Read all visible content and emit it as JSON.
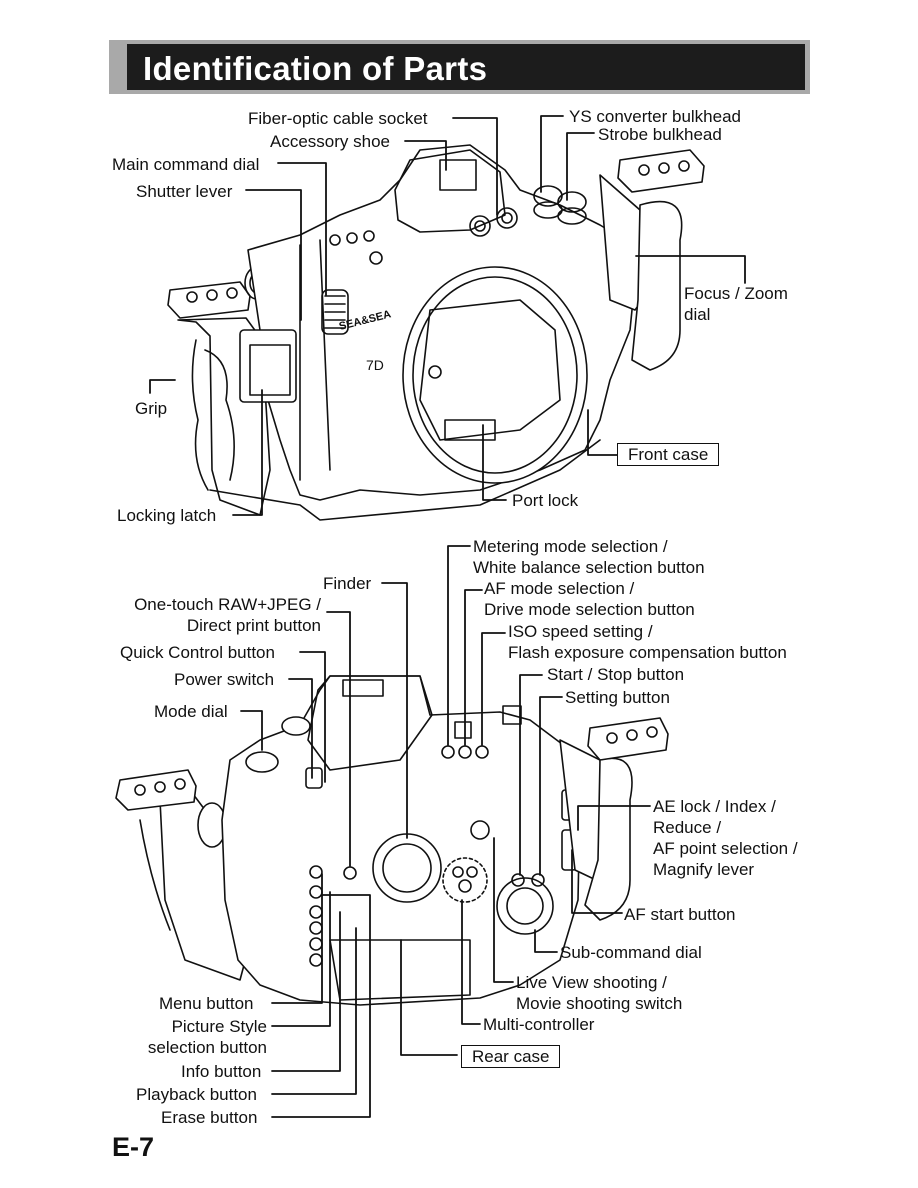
{
  "page": {
    "title": "Identification of Parts",
    "page_number": "E-7"
  },
  "front": {
    "caption": "Front case",
    "labels": {
      "fiber_optic": "Fiber-optic cable socket",
      "accessory_shoe": "Accessory shoe",
      "main_command_dial": "Main command dial",
      "shutter_lever": "Shutter lever",
      "ys_converter": "YS converter bulkhead",
      "strobe_bulkhead": "Strobe bulkhead",
      "focus_zoom_line1": "Focus / Zoom",
      "focus_zoom_line2": "dial",
      "grip": "Grip",
      "locking_latch": "Locking latch",
      "port_lock": "Port lock"
    },
    "brand_text": "SEA&SEA",
    "model_text": "7D"
  },
  "rear": {
    "caption": "Rear case",
    "labels": {
      "finder": "Finder",
      "one_touch_line1": "One-touch RAW+JPEG /",
      "one_touch_line2": "Direct print button",
      "quick_control": "Quick Control button",
      "power_switch": "Power switch",
      "mode_dial": "Mode dial",
      "metering_line1": "Metering mode selection /",
      "metering_line2": "White balance selection button",
      "af_mode_line1": "AF mode selection /",
      "af_mode_line2": "Drive mode selection button",
      "iso_line1": "ISO speed setting /",
      "iso_line2": "Flash exposure compensation button",
      "start_stop": "Start / Stop button",
      "setting_button": "Setting button",
      "ae_lock_line1": "AE lock / Index /",
      "ae_lock_line2": "Reduce /",
      "ae_lock_line3": "AF point selection /",
      "ae_lock_line4": "Magnify lever",
      "af_start": "AF start button",
      "sub_command": "Sub-command dial",
      "live_view_line1": "Live View shooting /",
      "live_view_line2": "Movie shooting switch",
      "multi_controller": "Multi-controller",
      "menu_button": "Menu button",
      "picture_style_line1": "Picture Style",
      "picture_style_line2": "selection button",
      "info_button": "Info button",
      "playback_button": "Playback button",
      "erase_button": "Erase button"
    }
  }
}
